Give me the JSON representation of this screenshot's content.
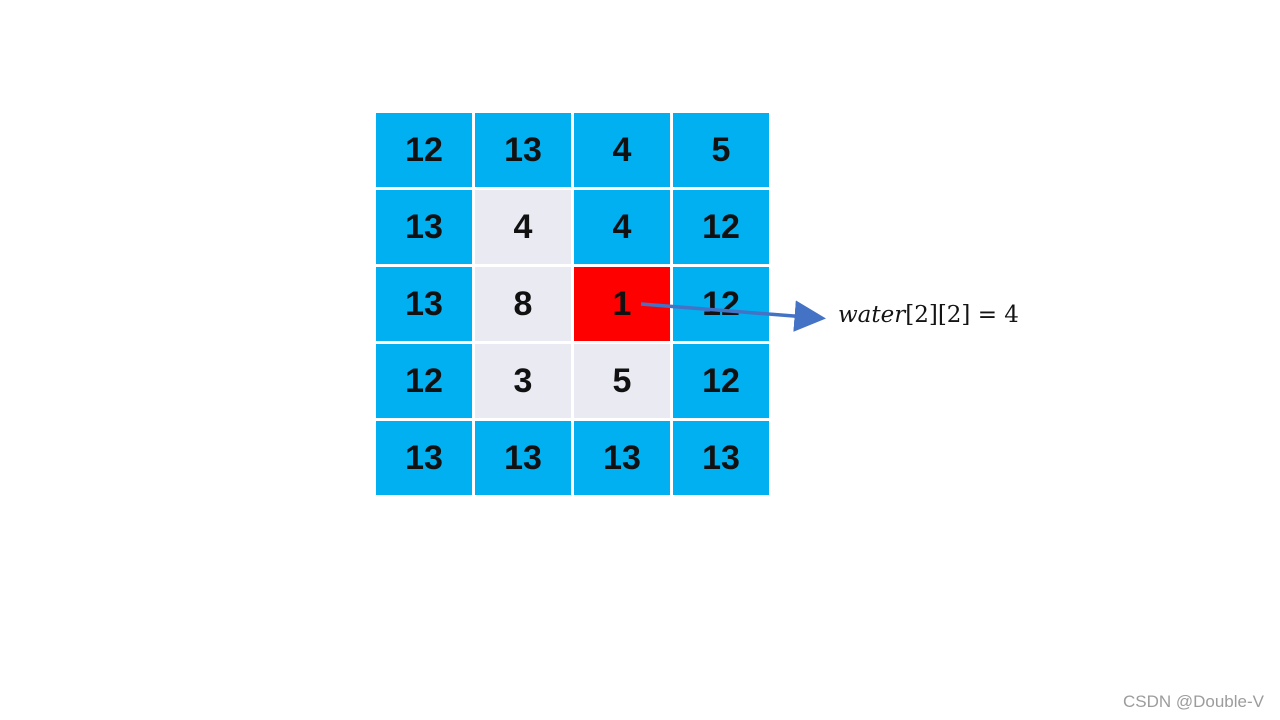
{
  "page": {
    "background": "#FFFFFF"
  },
  "grid": {
    "rows": [
      [
        12,
        13,
        4,
        5
      ],
      [
        13,
        4,
        4,
        12
      ],
      [
        13,
        8,
        1,
        12
      ],
      [
        12,
        3,
        5,
        12
      ],
      [
        13,
        13,
        13,
        13
      ]
    ],
    "cell_types": [
      [
        "water",
        "water",
        "water",
        "water"
      ],
      [
        "water",
        "land",
        "water",
        "water"
      ],
      [
        "water",
        "land",
        "target",
        "water"
      ],
      [
        "water",
        "land",
        "land",
        "water"
      ],
      [
        "water",
        "water",
        "water",
        "water"
      ]
    ],
    "colors": {
      "water": "#00B0F0",
      "land": "#E9EAF2",
      "target": "#FF0000"
    }
  },
  "annotation": {
    "label_italic": "water",
    "label_rest": "[2][2] = 4",
    "arrow_color": "#4472C4"
  },
  "watermark": {
    "text": "CSDN @Double-V",
    "color": "#9C9C9C"
  }
}
